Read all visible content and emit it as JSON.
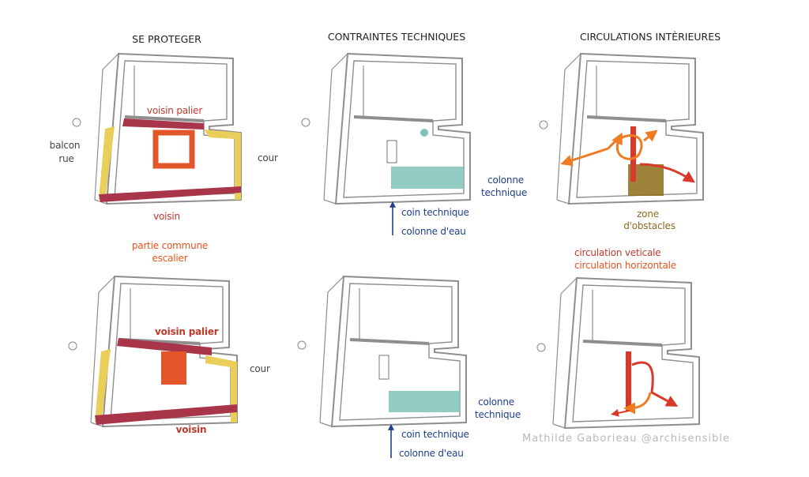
{
  "titles": {
    "protect": "SE PROTEGER",
    "constraints": "CONTRAINTES TECHNIQUES",
    "circulation": "CIRCULATIONS INTÈRIEURES"
  },
  "labels": {
    "voisin_palier": "voisin palier",
    "balcon": "balcon",
    "rue": "rue",
    "cour": "cour",
    "voisin": "voisin",
    "partie_commune": "partie commune",
    "escalier": "escalier",
    "voisin_palier_2": "voisin palier",
    "cour_2": "cour",
    "voisin_2": "voisin",
    "colonne": "colonne",
    "technique": "technique",
    "coin_technique": "coin technique",
    "colonne_eau": "colonne d'eau",
    "colonne_2": "colonne",
    "technique_2": "technique",
    "coin_technique_2": "coin technique",
    "colonne_eau_2": "colonne d'eau",
    "zone": "zone",
    "obstacles": "d'obstacles",
    "circ_verticale": "circulation veticale",
    "circ_horizontale": "circulation horizontale"
  },
  "watermark": "Mathilde Gaborieau @archisensible",
  "colors": {
    "wall": "#9b9b9b",
    "voisin_red": "#a8354a",
    "yellow": "#e9cf5a",
    "orange_block": "#e2562a",
    "teal": "#7fc3b8",
    "arrow_orange": "#ef7c22",
    "arrow_red": "#d73a2b",
    "obstacle_brown": "#8f6d18",
    "navy": "#1f3f8a"
  }
}
